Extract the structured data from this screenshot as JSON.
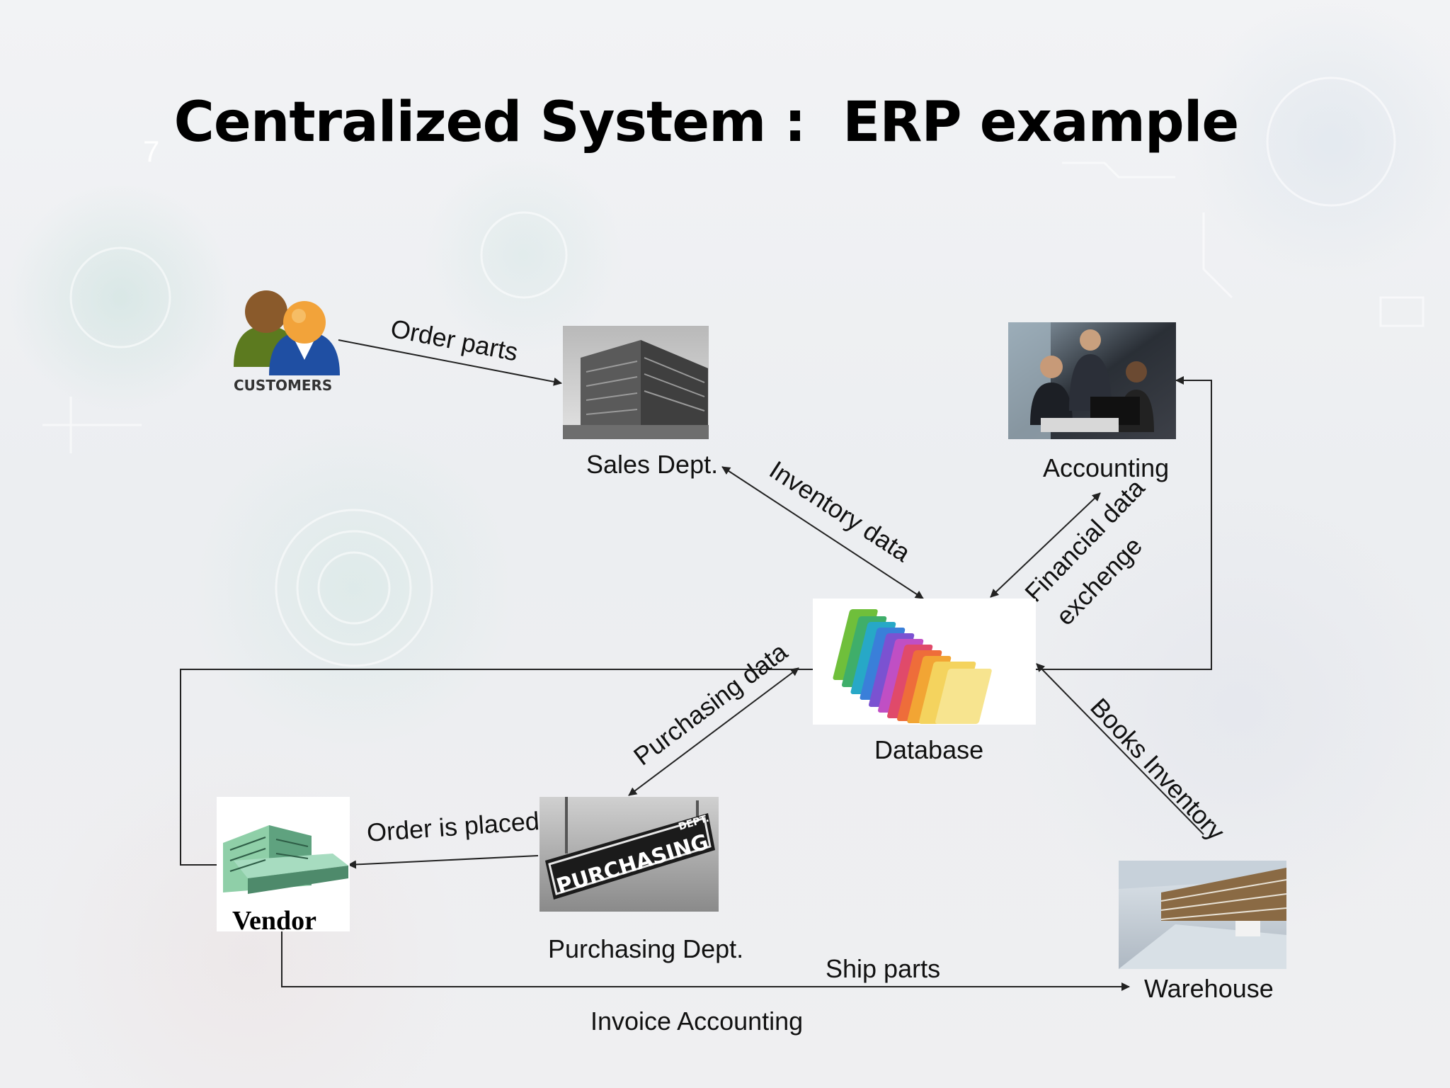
{
  "slide": {
    "number": "7",
    "title": "Centralized System :  ERP example"
  },
  "nodes": {
    "customers": {
      "label": "CUSTOMERS"
    },
    "sales": {
      "label": "Sales Dept."
    },
    "accounting": {
      "label": "Accounting"
    },
    "database": {
      "label": "Database"
    },
    "vendor": {
      "label": "Vendor"
    },
    "purchasing": {
      "label": "Purchasing Dept.",
      "sign_text": "PURCHASING",
      "sign_subtext": "DEPT."
    },
    "warehouse": {
      "label": "Warehouse"
    }
  },
  "edges": {
    "order_parts": "Order parts",
    "inventory_data": "Inventory data",
    "financial_line1": "Financial data",
    "financial_line2": "exchenge",
    "purchasing_data": "Purchasing data",
    "books_inventory": "Books Inventory",
    "order_placed": "Order is placed",
    "ship_parts": "Ship parts",
    "invoice_accounting": "Invoice Accounting"
  }
}
